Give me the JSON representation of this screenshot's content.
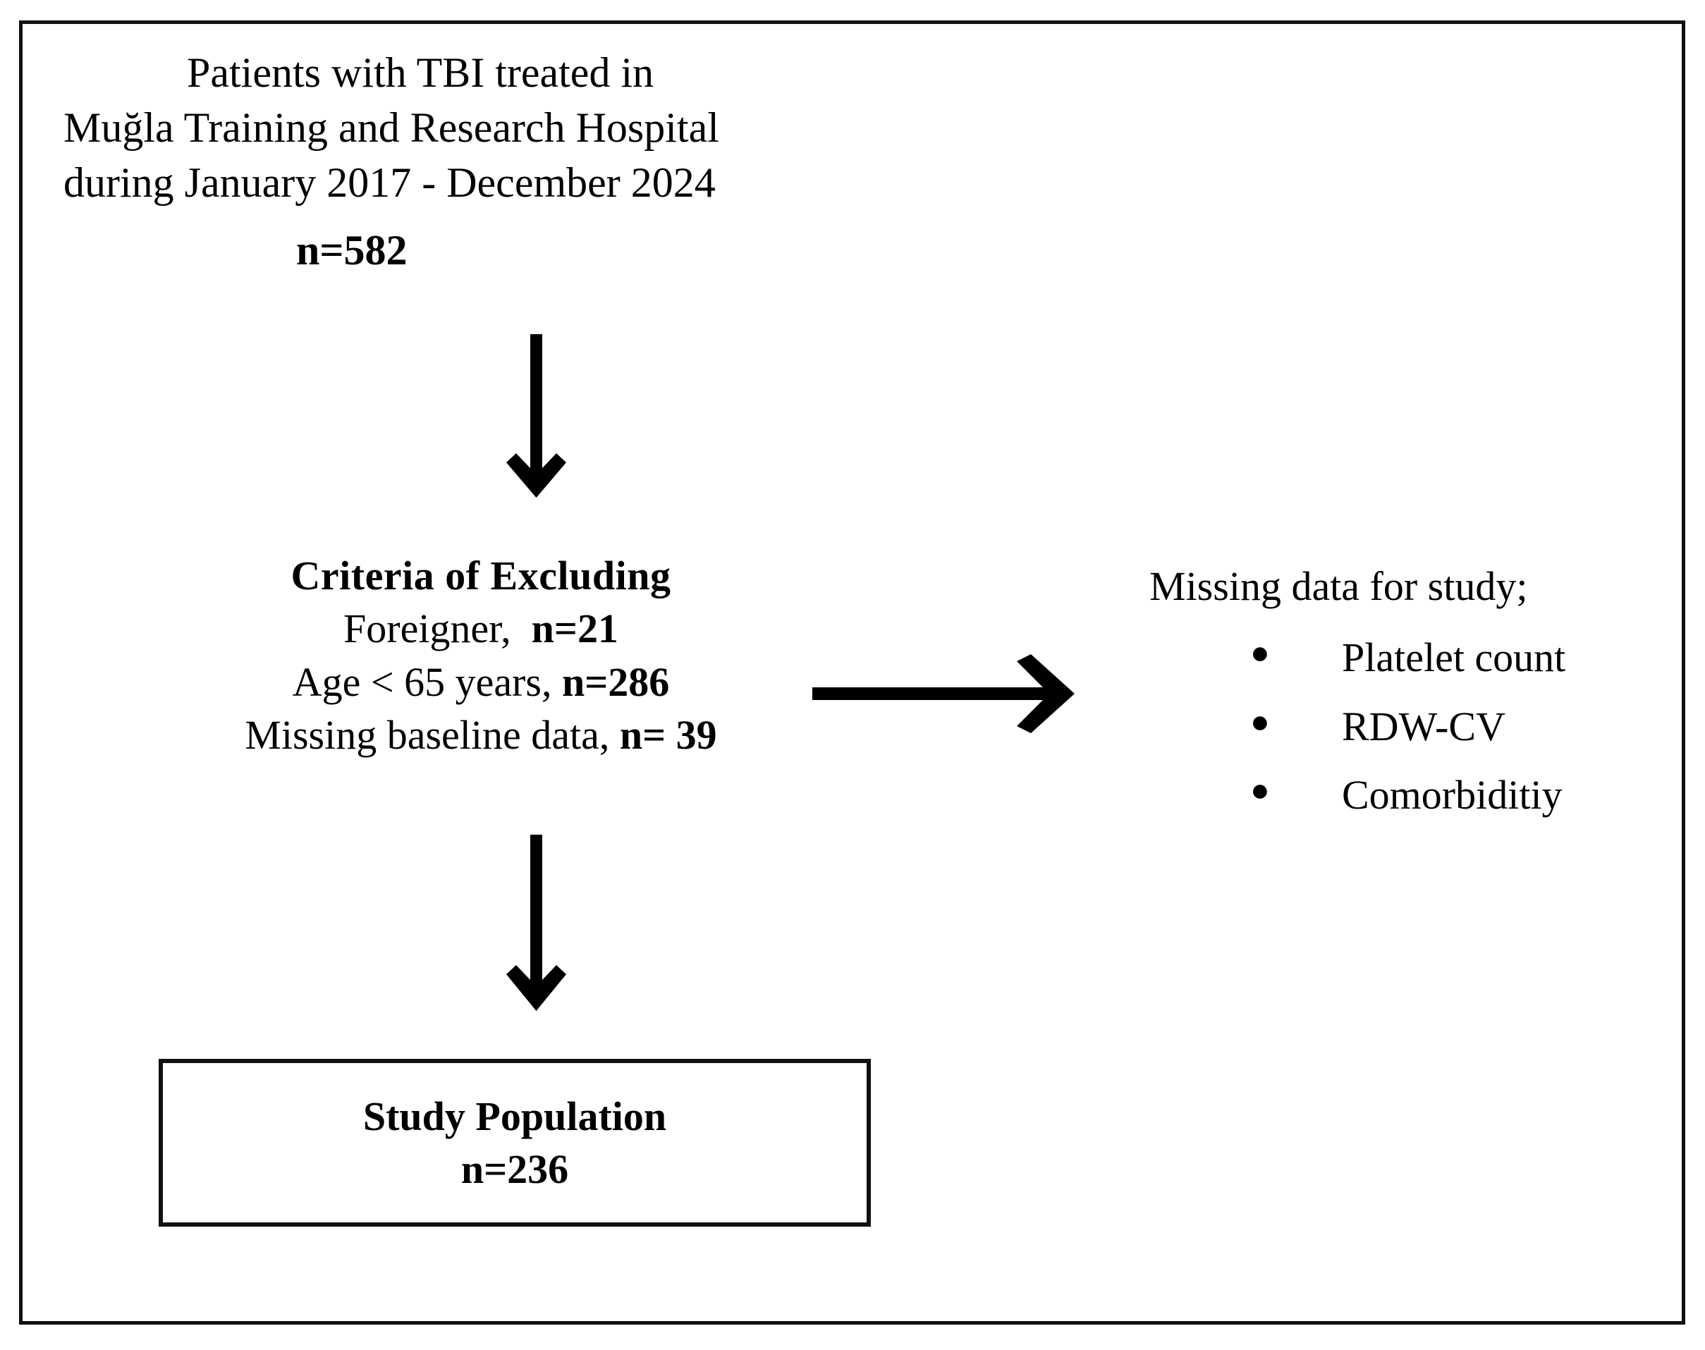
{
  "figure": {
    "type": "study-flow-diagram",
    "border_color": "#111111",
    "background": "#ffffff",
    "text_color": "#000000"
  },
  "source_block": {
    "line_1": "Patients with TBI treated in",
    "line_2": "Muğla Training and Research Hospital",
    "line_3": "during January 2017 - December 2024",
    "count_label": "n=582"
  },
  "criteria_block": {
    "heading": "Criteria of Excluding",
    "items": [
      {
        "label": "Foreigner,",
        "count": "n=21"
      },
      {
        "label": "Age < 65 years,",
        "count": "n=286"
      },
      {
        "label": "Missing baseline data,",
        "count": "n= 39"
      }
    ]
  },
  "missing_block": {
    "title": "Missing data for study;",
    "bullet_glyph": "●",
    "items": [
      "Platelet count",
      "RDW-CV",
      "Comorbiditiy"
    ]
  },
  "study_population_box": {
    "title": "Study Population",
    "count_label": "n=236"
  },
  "arrows": {
    "source_to_criteria": "down-arrow",
    "criteria_to_study": "down-arrow",
    "criteria_to_missing": "right-arrow"
  }
}
